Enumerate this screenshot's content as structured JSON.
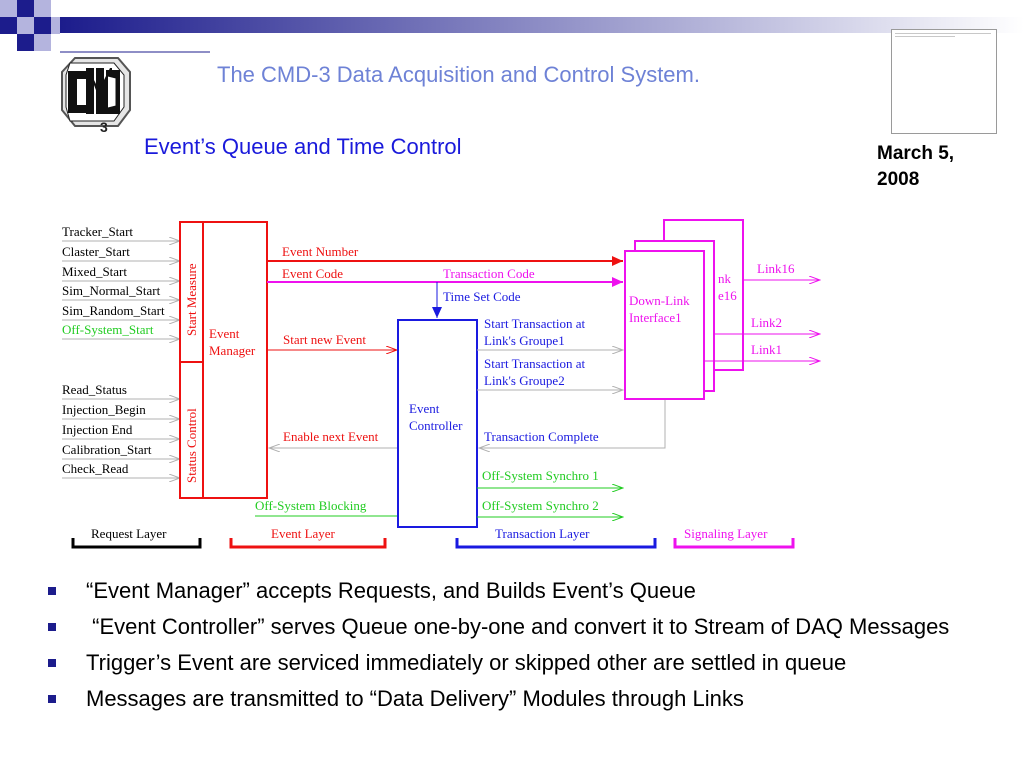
{
  "header": {
    "title": "The CMD-3 Data Acquisition and Control System.",
    "subtitle": "Event’s Queue and Time Control",
    "date": "March 5, 2008",
    "logo_text": "CMD-3"
  },
  "diagram": {
    "requests_start": [
      "Tracker_Start",
      "Claster_Start",
      "Mixed_Start",
      "Sim_Normal_Start",
      "Sim_Random_Start",
      "Off-System_Start"
    ],
    "requests_status": [
      "Read_Status",
      "Injection_Begin",
      "Injection End",
      "Calibration_Start",
      "Check_Read"
    ],
    "start_measure": "Start Measure",
    "status_control": "Status Control",
    "event_manager": [
      "Event",
      "Manager"
    ],
    "event_number": "Event Number",
    "event_code": "Event Code",
    "transaction_code": "Transaction Code",
    "time_set_code": "Time Set Code",
    "start_new_event": "Start new Event",
    "enable_next_event": "Enable next Event",
    "off_system_blocking": "Off-System Blocking",
    "event_controller": [
      "Event",
      "Controller"
    ],
    "start_transaction_1": [
      "Start  Transaction at",
      "Link's Groupe1"
    ],
    "start_transaction_2": [
      "Start  Transaction at",
      "Link's Groupe2"
    ],
    "transaction_complete": "Transaction Complete",
    "off_system_synchro_1": "Off-System Synchro 1",
    "off_system_synchro_2": "Off-System Synchro 2",
    "down_link": [
      "Down-Link",
      "Interface1"
    ],
    "back_label": [
      "nk",
      "e16"
    ],
    "link16": "Link16",
    "link2": "Link2",
    "link1": "Link1",
    "layers": [
      "Request Layer",
      "Event Layer",
      "Transaction Layer",
      "Signaling Layer"
    ],
    "colors": {
      "red": "#ee1111",
      "blue": "#1a1ae0",
      "magenta": "#ee11ee",
      "green": "#22cc22",
      "black": "#000000",
      "gray": "#b0b0b0"
    }
  },
  "bullets": [
    "“Event Manager” accepts Requests, and Builds Event’s Queue",
    " “Event Controller” serves Queue one-by-one and convert it to Stream of DAQ Messages",
    "Trigger’s Event are serviced immediately or skipped other are settled in queue",
    "Messages are transmitted to “Data Delivery” Modules through Links"
  ]
}
